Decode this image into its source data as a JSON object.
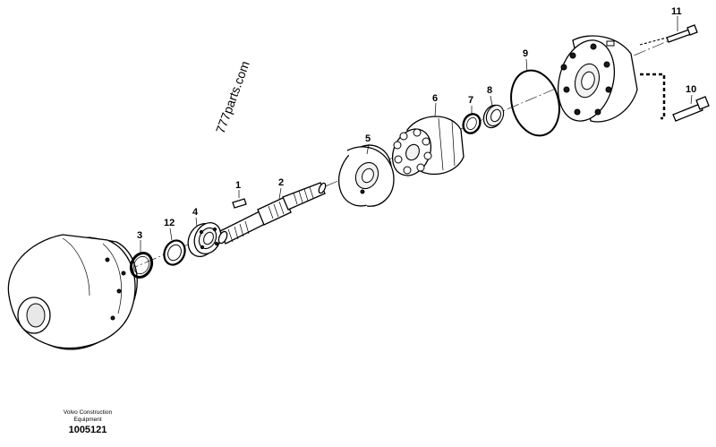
{
  "watermark": "777parts.com",
  "footer": {
    "brand_line1": "Volvo Construction",
    "brand_line2": "Equipment",
    "drawing_number": "1005121"
  },
  "callouts": {
    "c1": "1",
    "c2": "2",
    "c3": "3",
    "c4": "4",
    "c5": "5",
    "c6": "6",
    "c7": "7",
    "c8": "8",
    "c9": "9",
    "c10": "10",
    "c11": "11",
    "c12": "12"
  }
}
